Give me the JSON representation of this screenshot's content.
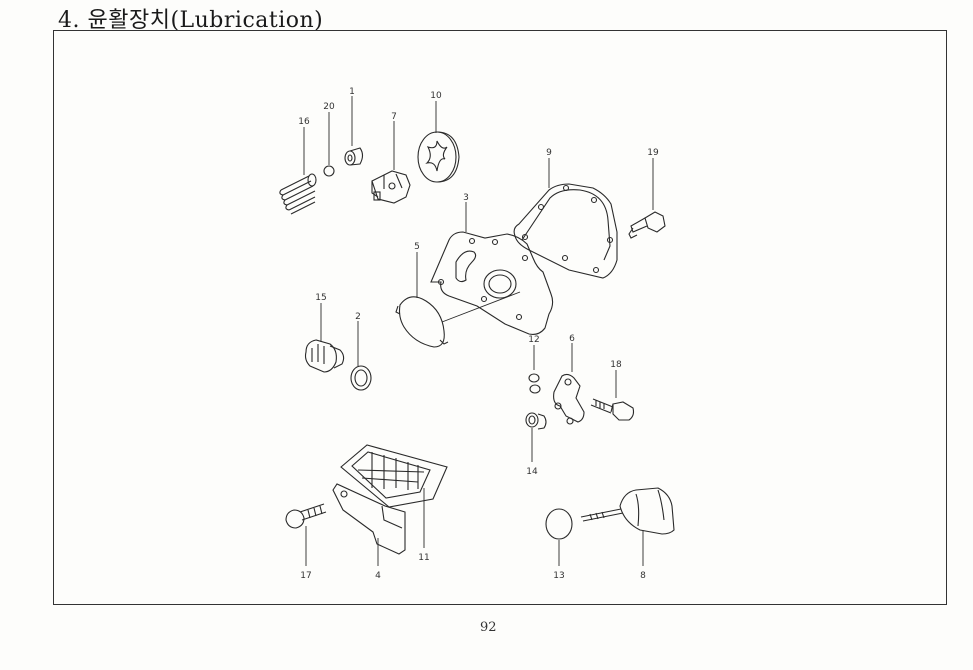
{
  "title": "4. 윤활장치(Lubrication)",
  "page_number": "92",
  "parts": [
    {
      "no": "1"
    },
    {
      "no": "2"
    },
    {
      "no": "3"
    },
    {
      "no": "4"
    },
    {
      "no": "5"
    },
    {
      "no": "6"
    },
    {
      "no": "7"
    },
    {
      "no": "8"
    },
    {
      "no": "9"
    },
    {
      "no": "10"
    },
    {
      "no": "11"
    },
    {
      "no": "12"
    },
    {
      "no": "13"
    },
    {
      "no": "14"
    },
    {
      "no": "15"
    },
    {
      "no": "16"
    },
    {
      "no": "17"
    },
    {
      "no": "18"
    },
    {
      "no": "19"
    },
    {
      "no": "20"
    }
  ]
}
